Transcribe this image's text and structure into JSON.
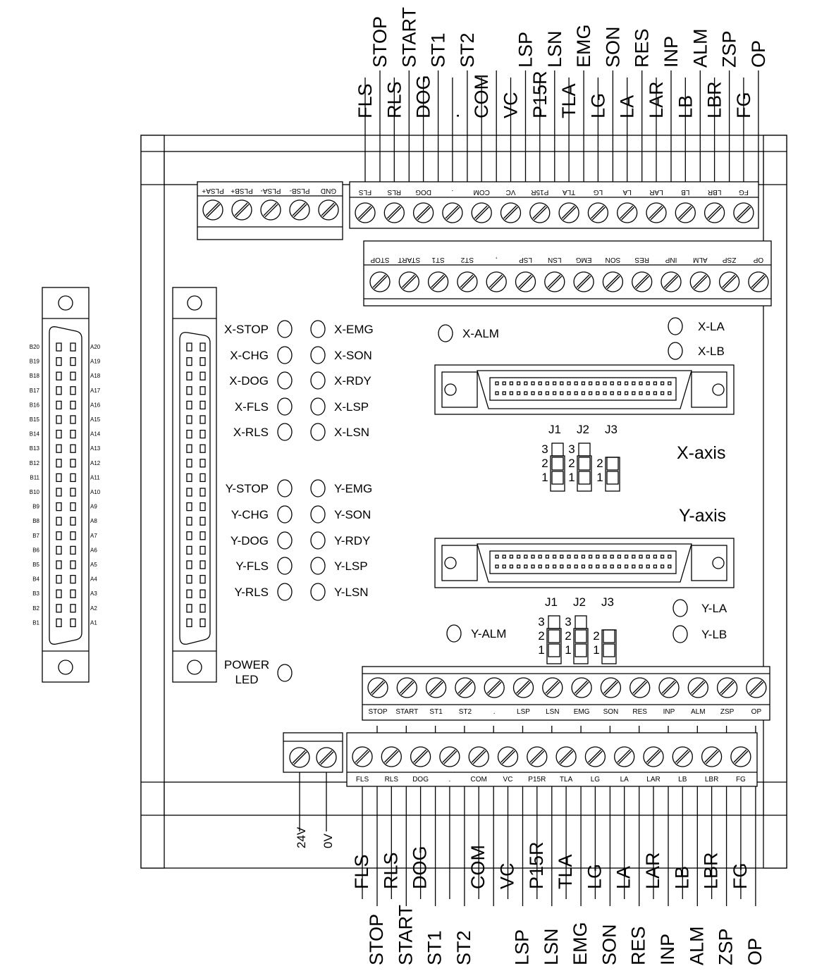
{
  "top_labels": {
    "upper_row": [
      "FLS",
      "RLS",
      "DOG",
      ".",
      "COM",
      "VC",
      "P15R",
      "TLA",
      "LG",
      "LA",
      "LAR",
      "LB",
      "LBR",
      "FG"
    ],
    "lower_row": [
      "STOP",
      "START",
      "ST1",
      "ST2",
      "",
      "LSP",
      "LSN",
      "EMG",
      "SON",
      "RES",
      "INP",
      "ALM",
      "ZSP",
      "OP"
    ]
  },
  "bottom_labels": {
    "upper_row": [
      "FLS",
      "RLS",
      "DOG",
      "",
      "COM",
      "VC",
      "P15R",
      "TLA",
      "LG",
      "LA",
      "LAR",
      "LB",
      "LBR",
      "FG"
    ],
    "lower_row": [
      "STOP",
      "START",
      "ST1",
      "ST2",
      "",
      "LSP",
      "LSN",
      "EMG",
      "SON",
      "RES",
      "INP",
      "ALM",
      "ZSP",
      "OP"
    ]
  },
  "top_terminal_upper": [
    "FLS",
    "RLS",
    "DOG",
    ".",
    "COM",
    "VC",
    "P15R",
    "TLA",
    "LG",
    "LA",
    "LAR",
    "LB",
    "LBR",
    "FG"
  ],
  "top_terminal_lower": [
    "STOP",
    "START",
    "ST1",
    "ST2",
    ",",
    "LSP",
    "LSN",
    "EMG",
    "SON",
    "RES",
    "INP",
    "ALM",
    "ZSP",
    "OP"
  ],
  "pulse_terminal": [
    "PLSA+",
    "PLSB+",
    "PLSA-",
    "PLSB-",
    "GND"
  ],
  "bottom_terminal_upper": [
    "STOP",
    "START",
    "ST1",
    "ST2",
    ".",
    "LSP",
    "LSN",
    "EMG",
    "SON",
    "RES",
    "INP",
    "ALM",
    "ZSP",
    "OP"
  ],
  "bottom_terminal_lower": [
    "FLS",
    "RLS",
    "DOG",
    ".",
    "COM",
    "VC",
    "P15R",
    "TLA",
    "LG",
    "LA",
    "LAR",
    "LB",
    "LBR",
    "FG"
  ],
  "power_terminal": [
    "24V",
    "0V"
  ],
  "led_left_x": [
    "X-STOP",
    "X-CHG",
    "X-DOG",
    "X-FLS",
    "X-RLS"
  ],
  "led_right_x": [
    "X-EMG",
    "X-SON",
    "X-RDY",
    "X-LSP",
    "X-LSN"
  ],
  "led_left_y": [
    "Y-STOP",
    "Y-CHG",
    "Y-DOG",
    "Y-FLS",
    "Y-RLS"
  ],
  "led_right_y": [
    "Y-EMG",
    "Y-SON",
    "Y-RDY",
    "Y-LSP",
    "Y-LSN"
  ],
  "power_led": [
    "POWER",
    "LED"
  ],
  "x_alm": "X-ALM",
  "y_alm": "Y-ALM",
  "x_la": "X-LA",
  "x_lb": "X-LB",
  "y_la": "Y-LA",
  "y_lb": "Y-LB",
  "x_axis": "X-axis",
  "y_axis": "Y-axis",
  "jumpers": [
    "J1",
    "J2",
    "J3"
  ],
  "jumper_pins": [
    "3",
    "2",
    "1"
  ],
  "pinout_b": [
    "B20",
    "B19",
    "B18",
    "B17",
    "B16",
    "B15",
    "B14",
    "B13",
    "B12",
    "B11",
    "B10",
    "B9",
    "B8",
    "B7",
    "B6",
    "B5",
    "B4",
    "B3",
    "B2",
    "B1"
  ],
  "pinout_a": [
    "A20",
    "A19",
    "A18",
    "A17",
    "A16",
    "A15",
    "A14",
    "A13",
    "A12",
    "A11",
    "A10",
    "A9",
    "A8",
    "A7",
    "A6",
    "A5",
    "A4",
    "A3",
    "A2",
    "A1"
  ]
}
